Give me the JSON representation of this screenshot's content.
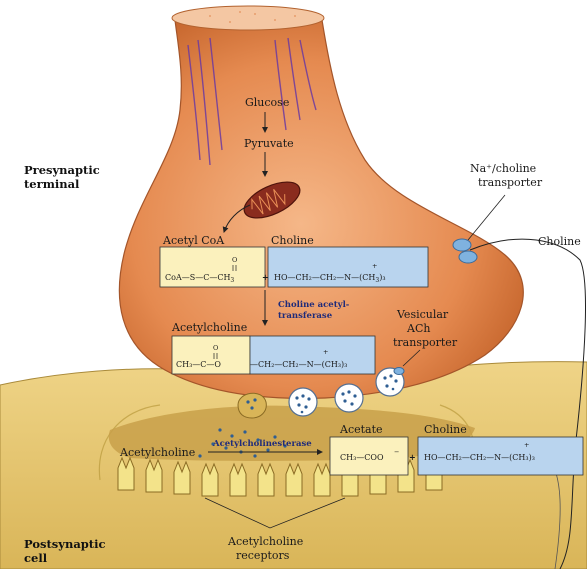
{
  "labels": {
    "presynaptic": [
      "Presynaptic",
      "terminal"
    ],
    "postsynaptic": [
      "Postsynaptic",
      "cell"
    ],
    "na_transporter": [
      "Na⁺/choline",
      "transporter"
    ],
    "choline_outside": "Choline",
    "vesicular": [
      "Vesicular",
      "ACh",
      "transporter"
    ],
    "receptors": [
      "Acetylcholine",
      "receptors"
    ]
  },
  "pathway": {
    "glucose": "Glucose",
    "pyruvate": "Pyruvate",
    "acetyl_coa": "Acetyl CoA",
    "choline_top": "Choline",
    "enzyme_synth": [
      "Choline acetyl-",
      "transferase"
    ],
    "acetylcholine_top": "Acetylcholine",
    "acetylcholine_cleft": "Acetylcholine",
    "enzyme_break": "Acetylcholinesterase",
    "acetate": "Acetate",
    "choline_bottom": "Choline"
  },
  "formulas": {
    "acetyl_coa": {
      "main": "CoA—S—C—CH",
      "sub": "3",
      "carbonyl": "O"
    },
    "choline": {
      "main": "HO—CH₂—CH₂—N—(CH",
      "sub": "3",
      "tail": ")₃",
      "charge": "+"
    },
    "acetylcholine_left": {
      "main": "CH₃—C—O",
      "carbonyl": "O"
    },
    "acetylcholine_right": {
      "main": "—CH₂—CH₂—N—(CH₃)₃",
      "charge": "+"
    },
    "acetate": {
      "main": "CH₃—COO",
      "charge": "−"
    },
    "choline_bottom": {
      "main": "HO—CH₂—CH₂—N—(CH₃)₃",
      "charge": "+"
    },
    "plus": "+"
  },
  "colors": {
    "terminal": "#e8925c",
    "terminal_light": "#f6c29a",
    "terminal_dark": "#b8602e",
    "postsynaptic": "#e6c874",
    "postsynaptic_dark": "#b99a3c",
    "cleft": "#c9a24a",
    "acetyl_box": "#fbf1bd",
    "choline_box": "#b9d4ee",
    "enzyme_text": "#1f2b7a",
    "receptor": "#f3e38a",
    "mito": "#8a2c1e",
    "vesicle_dot": "#2f5e93"
  }
}
